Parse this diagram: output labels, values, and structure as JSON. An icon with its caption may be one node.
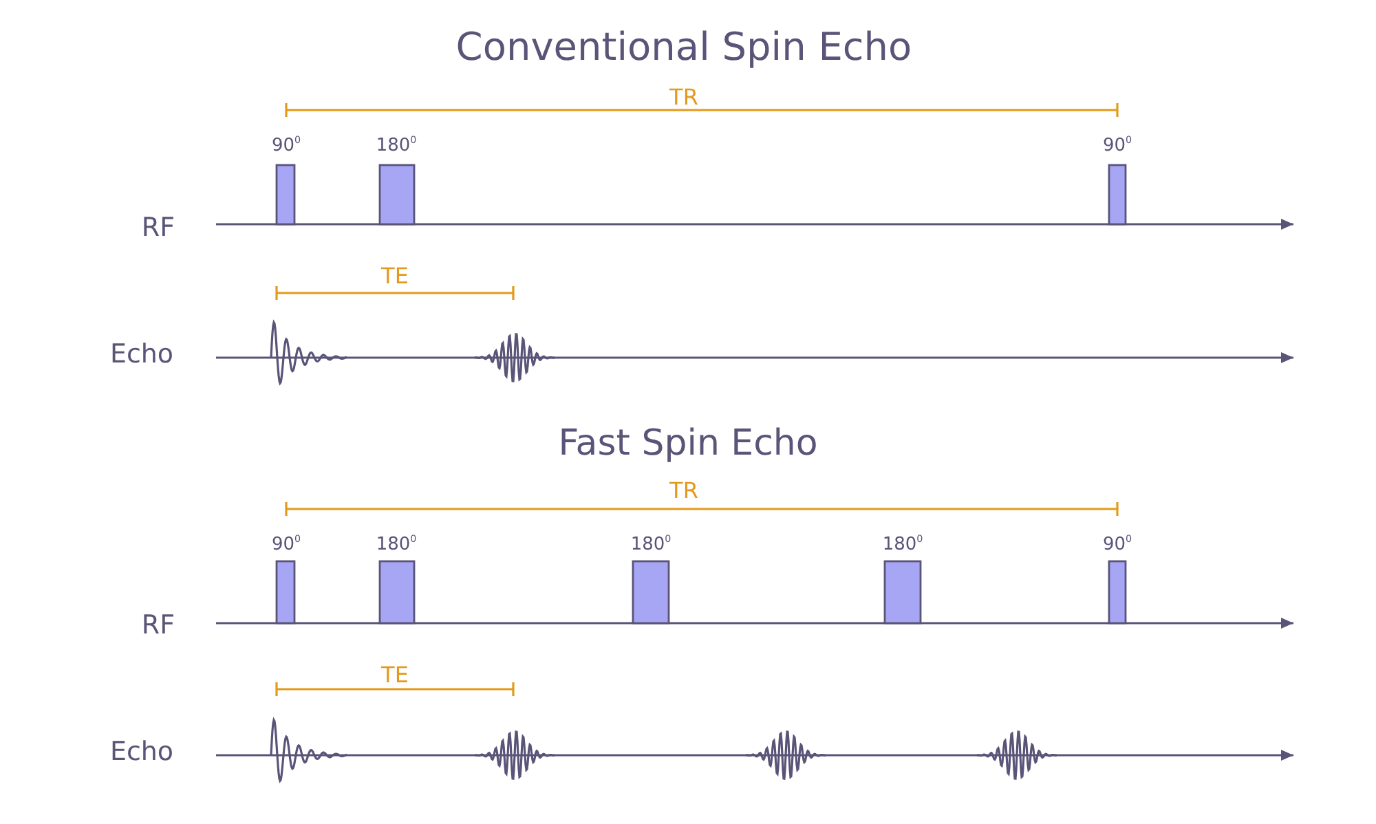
{
  "diagram": {
    "labels": [
      "Conventional Spin Echo",
      "TR",
      "90$^{0}$",
      "180$^{0}$",
      "90$^{0}$",
      "RF",
      "TE",
      "Echo",
      "Fast Spin Echo",
      "TR",
      "90$^{0}$",
      "180$^{0}$",
      "180$^{0}$",
      "180$^{0}$",
      "90$^{0}$",
      "RF",
      "TE",
      "Echo"
    ]
  }
}
